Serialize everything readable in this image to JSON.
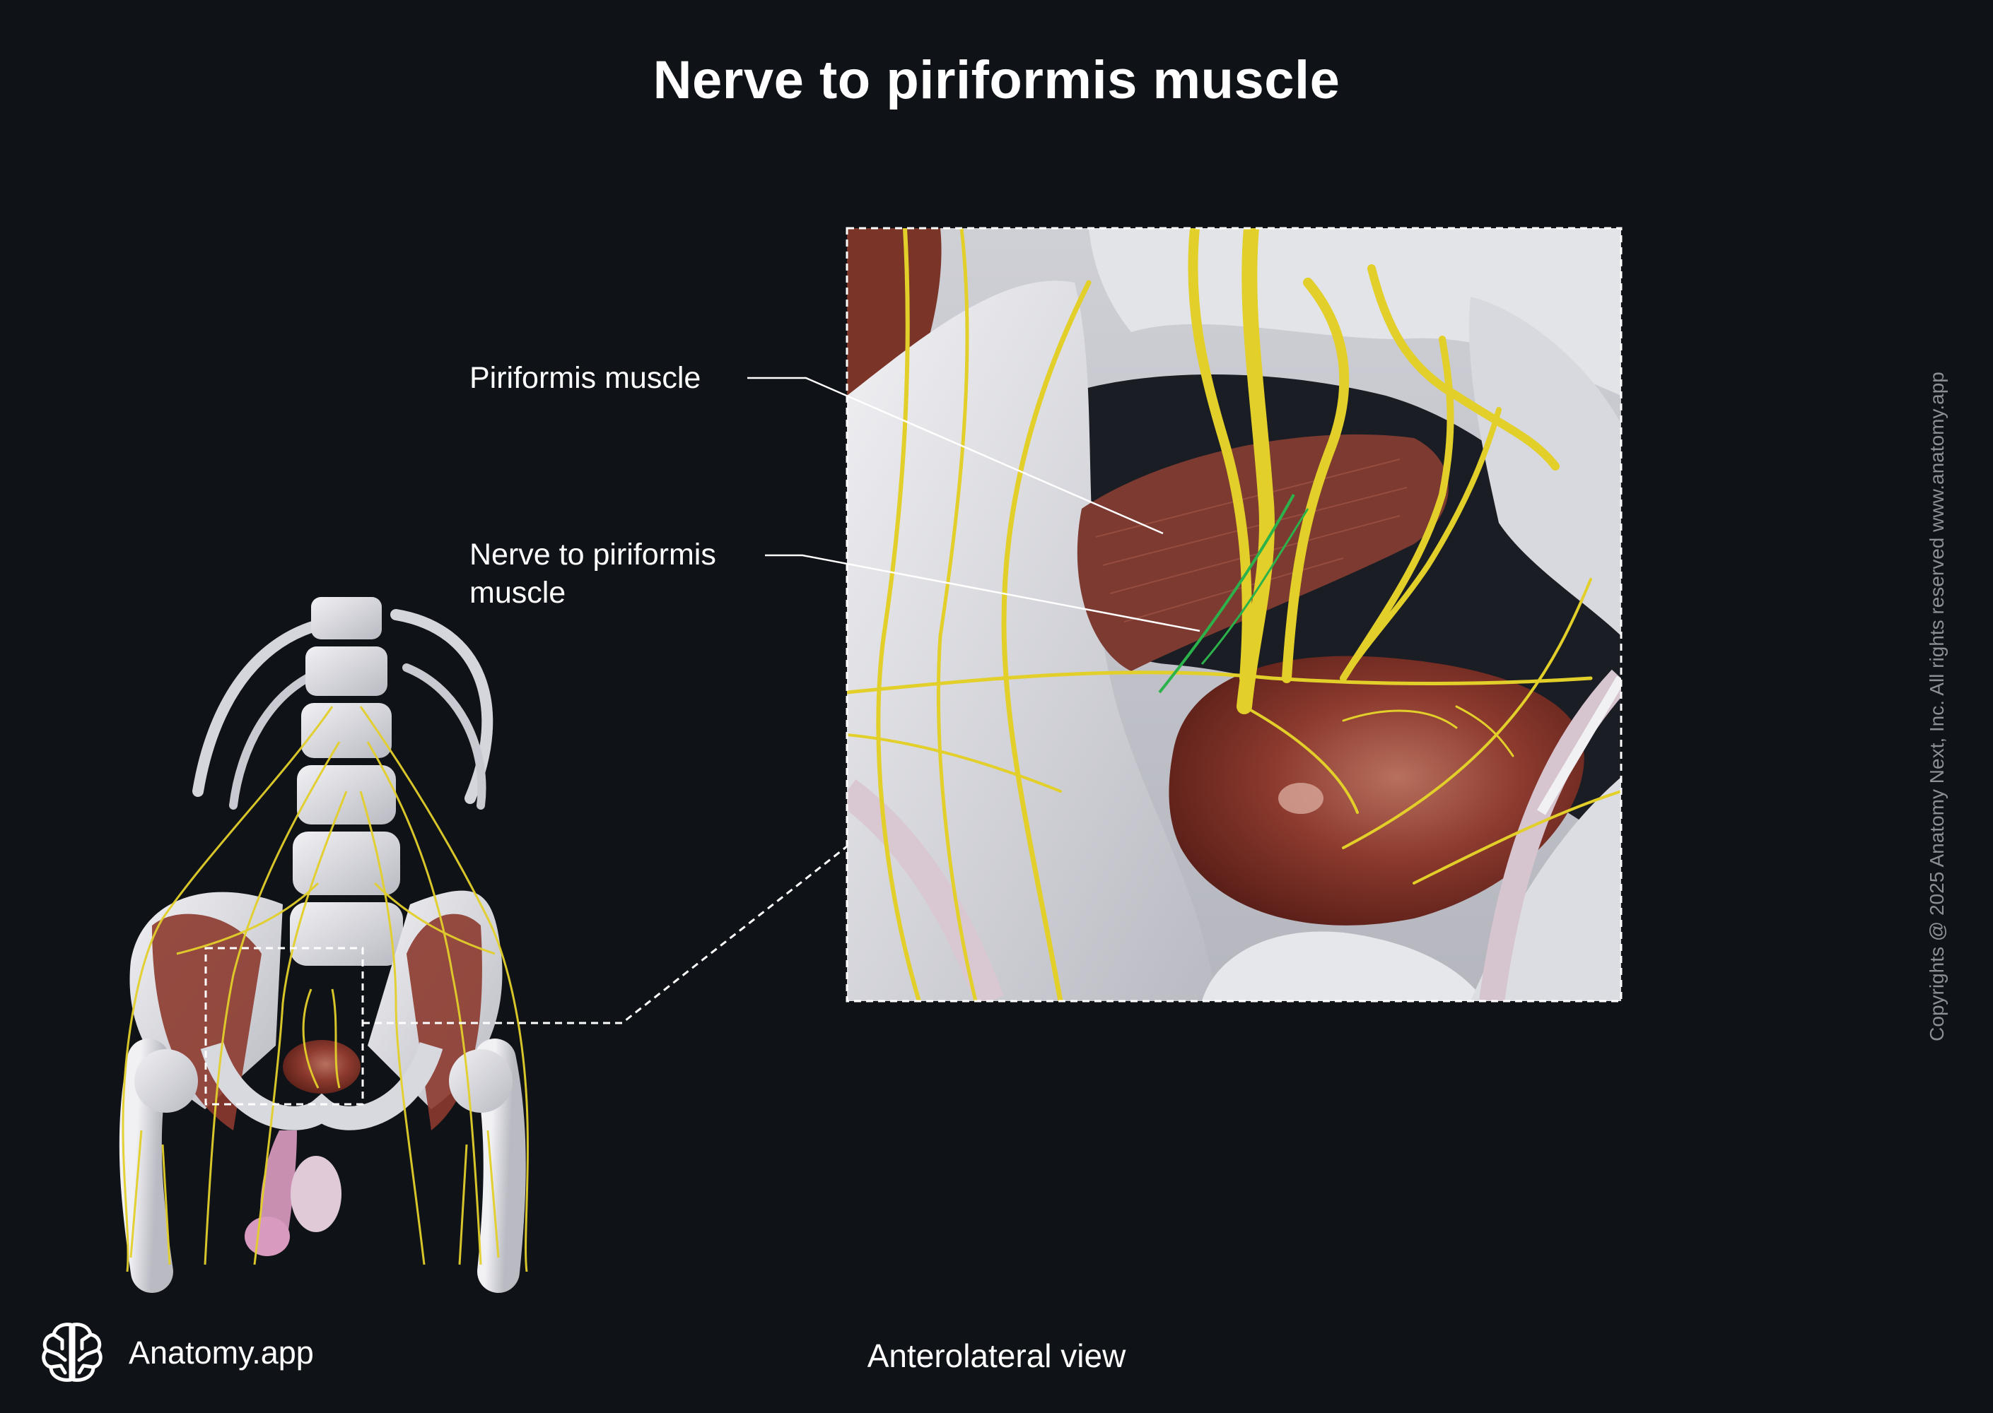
{
  "title": "Nerve to piriformis muscle",
  "labels": {
    "piriformis_muscle": "Piriformis muscle",
    "nerve_line1": "Nerve to piriformis",
    "nerve_line2": "muscle"
  },
  "view_caption": "Anterolateral view",
  "brand": {
    "name": "Anatomy.app",
    "icon": "brain-logo-icon"
  },
  "copyright": "Copyrights @ 2025 Anatomy Next, Inc. All rights reserved www.anatomy.app",
  "colors": {
    "background": "#0f1217",
    "bone": "#dcdde2",
    "nerve": "#e2cf2a",
    "muscle": "#8c3a2e",
    "highlight_nerve": "#2bb24a"
  }
}
